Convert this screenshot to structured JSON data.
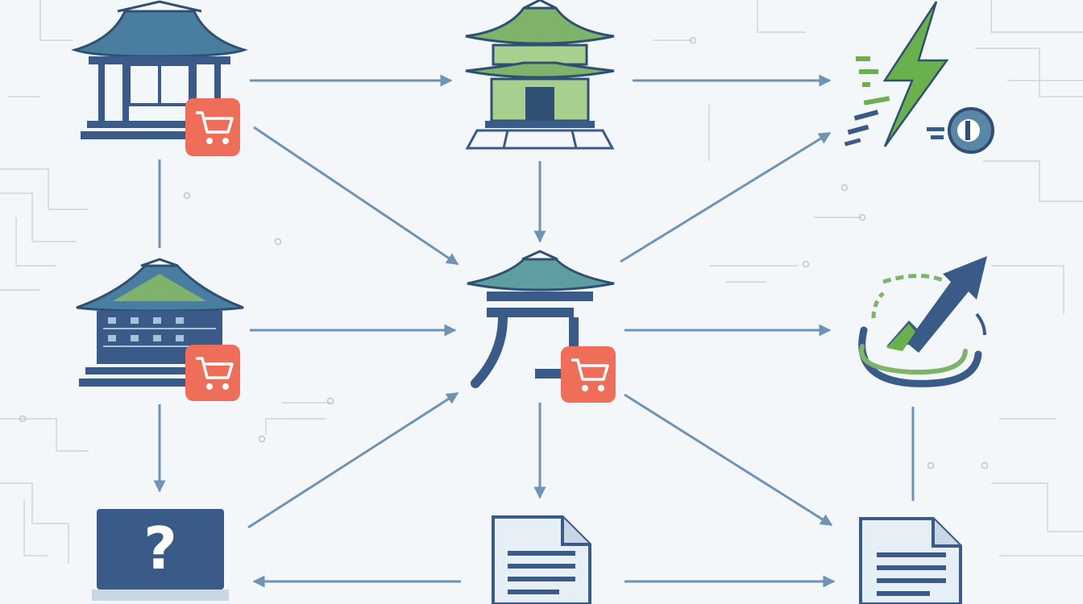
{
  "diagram": {
    "nodes": [
      {
        "id": "pavilion",
        "icon": "pavilion-icon",
        "badge": "cart-badge-icon"
      },
      {
        "id": "temple-green",
        "icon": "green-temple-icon"
      },
      {
        "id": "lightning",
        "icon": "lightning-icon"
      },
      {
        "id": "store",
        "icon": "store-building-icon",
        "badge": "cart-badge-icon"
      },
      {
        "id": "hub",
        "icon": "hub-glyph-icon",
        "badge": "cart-badge-icon"
      },
      {
        "id": "growth",
        "icon": "growth-arrow-icon"
      },
      {
        "id": "monitor",
        "icon": "monitor-question-icon",
        "label": "?"
      },
      {
        "id": "document-center",
        "icon": "document-icon"
      },
      {
        "id": "document-right",
        "icon": "document-icon"
      }
    ],
    "edges": [
      {
        "from": "pavilion",
        "to": "temple-green"
      },
      {
        "from": "temple-green",
        "to": "lightning"
      },
      {
        "from": "pavilion",
        "to": "hub"
      },
      {
        "from": "temple-green",
        "to": "hub"
      },
      {
        "from": "hub",
        "to": "lightning"
      },
      {
        "from": "pavilion",
        "to": "store"
      },
      {
        "from": "store",
        "to": "hub"
      },
      {
        "from": "hub",
        "to": "growth"
      },
      {
        "from": "store",
        "to": "monitor"
      },
      {
        "from": "monitor",
        "to": "hub"
      },
      {
        "from": "hub",
        "to": "document-center"
      },
      {
        "from": "hub",
        "to": "document-right"
      },
      {
        "from": "growth",
        "to": "document-right"
      },
      {
        "from": "document-center",
        "to": "monitor"
      },
      {
        "from": "document-center",
        "to": "document-right"
      }
    ],
    "colors": {
      "navy": "#3a5a87",
      "teal": "#5f9ea0",
      "green": "#7fb26b",
      "lime": "#6ab04c",
      "cart": "#ee6e5a",
      "arrow": "#6e93b5"
    }
  }
}
